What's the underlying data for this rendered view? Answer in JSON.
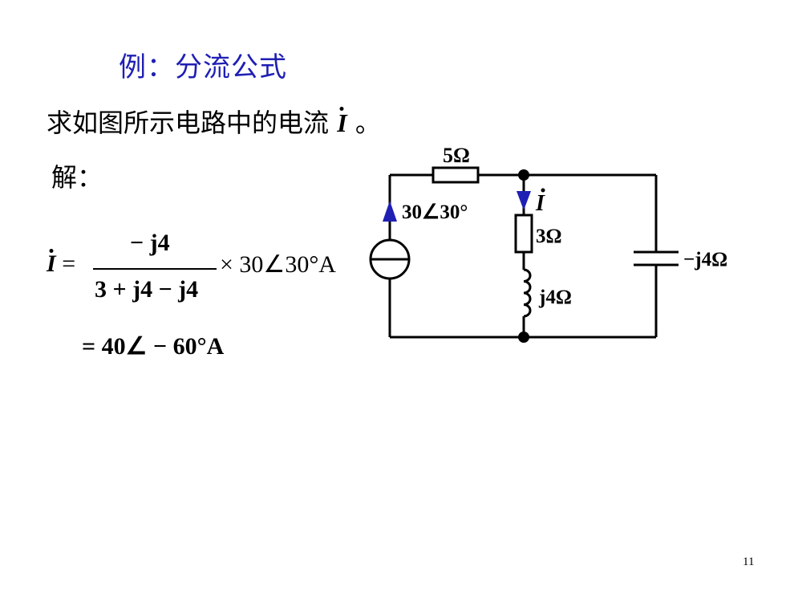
{
  "slide": {
    "title": "例：分流公式",
    "question_text": "求如图所示电路中的电流",
    "question_var": "I",
    "question_end": "。",
    "solve_label": "解：",
    "page_number": "11"
  },
  "equation": {
    "lhs_var": "I",
    "lhs_eq": "=",
    "numerator": "− j4",
    "denominator": "3 + j4 − j4",
    "multiplier": "× 30∠30°A",
    "result": "= 40∠ − 60°A"
  },
  "circuit": {
    "r_top": "5Ω",
    "source": "30∠30°",
    "current_label": "I",
    "r_branch": "3Ω",
    "l_branch": "j4Ω",
    "c_branch": "−j4Ω",
    "wire_color": "#000000",
    "arrow_color": "#1f1fb4"
  }
}
